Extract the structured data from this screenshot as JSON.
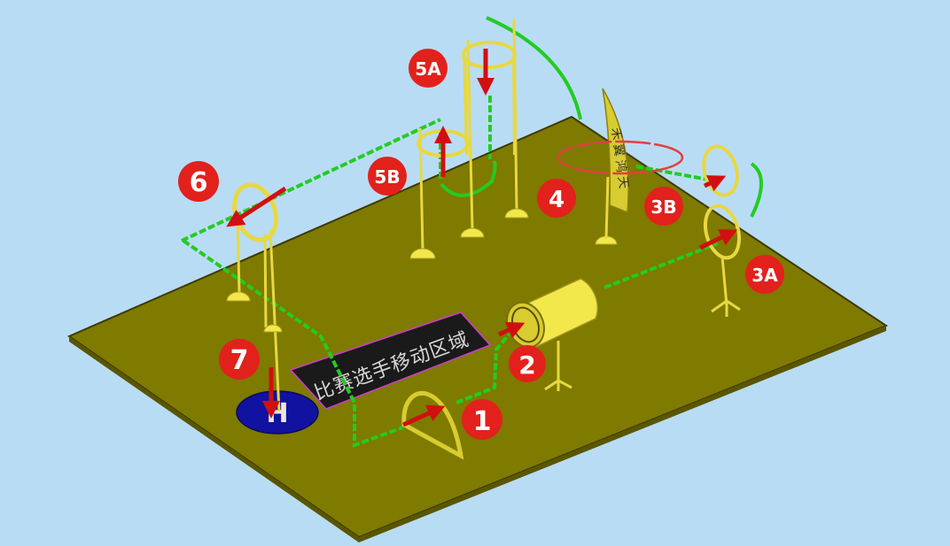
{
  "zone_label": "比赛选手移动区域",
  "sign_label": "禾 翼 鸿 天",
  "markers": {
    "m1": "1",
    "m2": "2",
    "m3a": "3A",
    "m3b": "3B",
    "m4": "4",
    "m5a": "5A",
    "m5b": "5B",
    "m6": "6",
    "m7": "7"
  },
  "landing_pad_symbol": "H",
  "colors": {
    "background": "#b9dcf5",
    "board": "#7f7a00",
    "pole": "#f2e84c",
    "route": "#22cc22",
    "arrow": "#d01010",
    "marker": "#e2211c",
    "pad": "#1212a0",
    "zone": "#1a1a1a"
  }
}
